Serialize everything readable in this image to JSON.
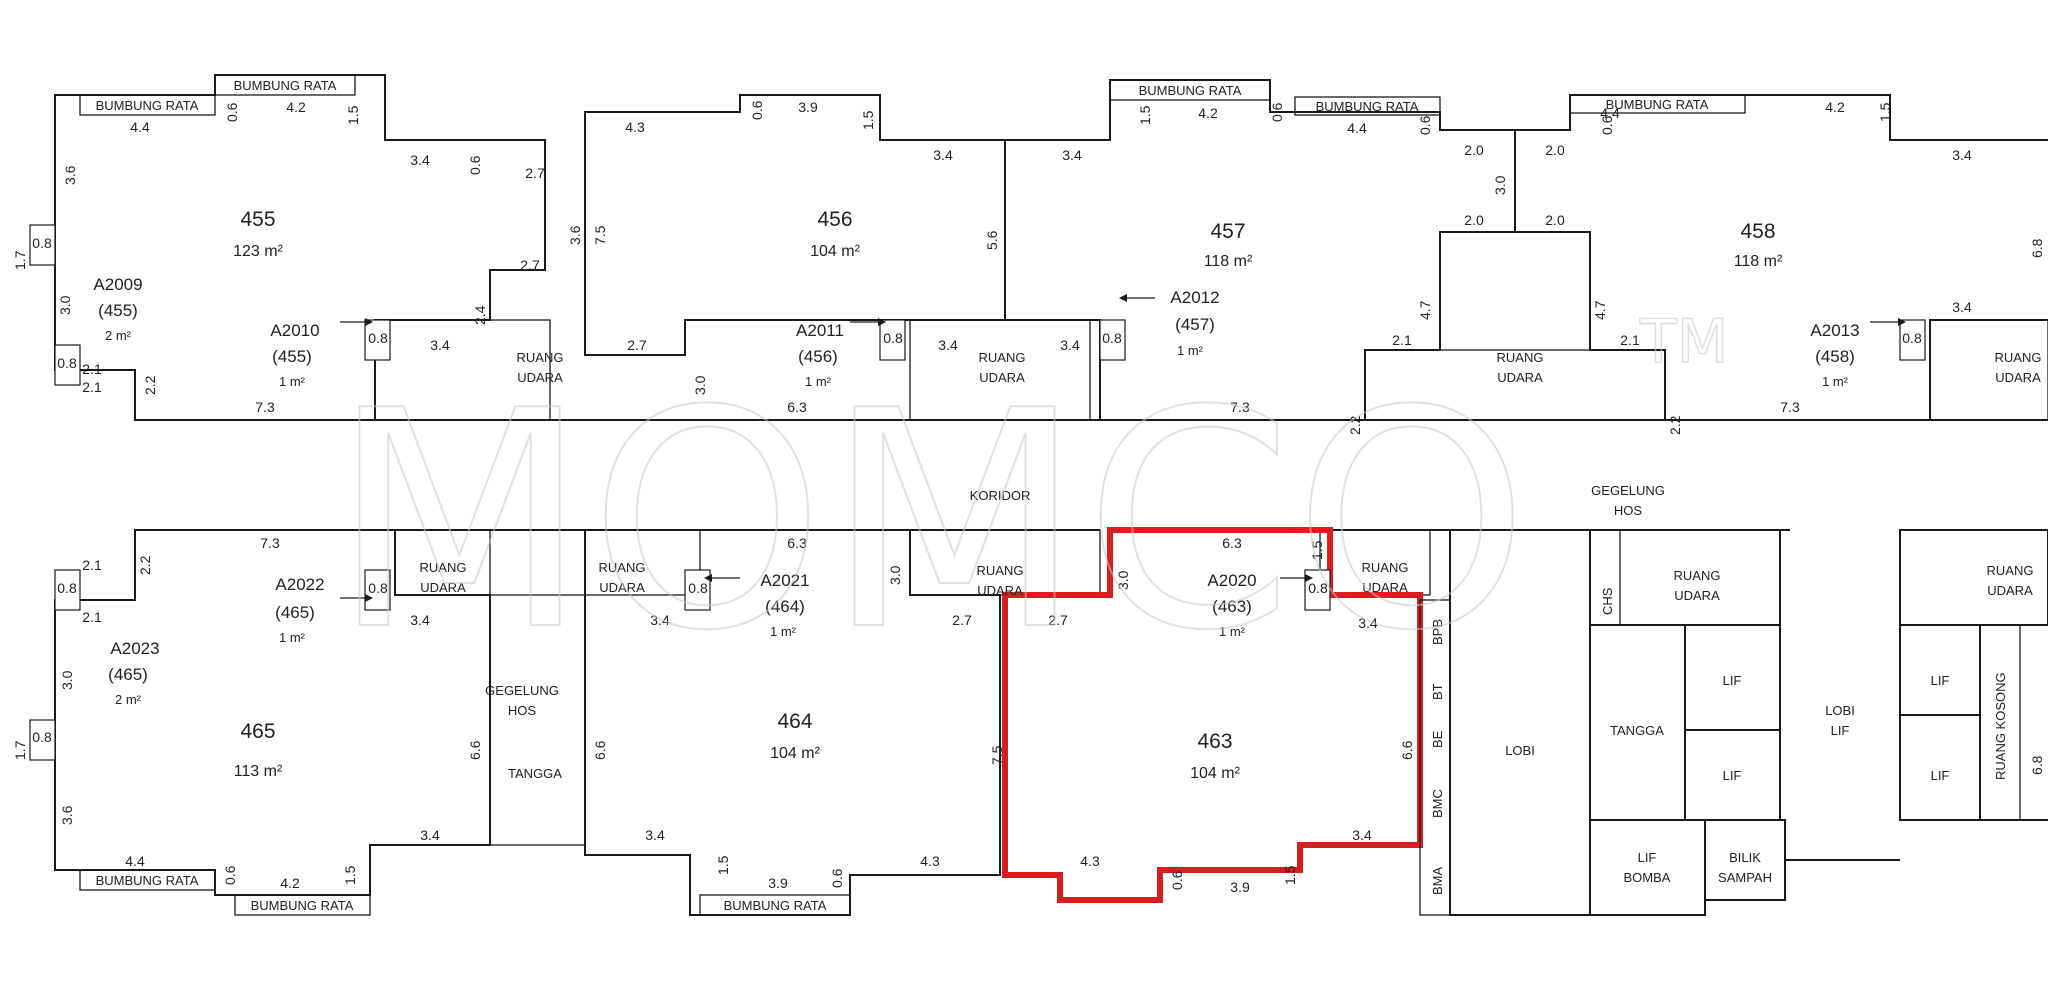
{
  "watermark": {
    "text": "MOMCO",
    "tm": "TM"
  },
  "units": [
    {
      "no": "455",
      "area": "123 m²"
    },
    {
      "no": "456",
      "area": "104 m²"
    },
    {
      "no": "457",
      "area": "118 m²"
    },
    {
      "no": "458",
      "area": "118 m²"
    },
    {
      "no": "465",
      "area": "113 m²"
    },
    {
      "no": "464",
      "area": "104 m²"
    },
    {
      "no": "463",
      "area": "104 m²"
    }
  ],
  "accessory": [
    {
      "id": "A2009",
      "ref": "(455)",
      "area": "2 m²"
    },
    {
      "id": "A2010",
      "ref": "(455)",
      "area": "1 m²"
    },
    {
      "id": "A2011",
      "ref": "(456)",
      "area": "1 m²"
    },
    {
      "id": "A2012",
      "ref": "(457)",
      "area": "1 m²"
    },
    {
      "id": "A2013",
      "ref": "(458)",
      "area": "1 m²"
    },
    {
      "id": "A2022",
      "ref": "(465)",
      "area": "1 m²"
    },
    {
      "id": "A2023",
      "ref": "(465)",
      "area": "2 m²"
    },
    {
      "id": "A2021",
      "ref": "(464)",
      "area": "1 m²"
    },
    {
      "id": "A2020",
      "ref": "(463)",
      "area": "1 m²"
    }
  ],
  "labels": {
    "ruang": "RUANG",
    "udara": "UDARA",
    "koridor": "KORIDOR",
    "gegelung": "GEGELUNG",
    "hos": "HOS",
    "tangga": "TANGGA",
    "lobi": "LOBI",
    "lif": "LIF",
    "lif_bomba_1": "LIF",
    "lif_bomba_2": "BOMBA",
    "bilik_1": "BILIK",
    "bilik_2": "SAMPAH",
    "bumbung": "BUMBUNG RATA",
    "bpb": "BPB",
    "bt": "BT",
    "be": "BE",
    "bmc": "BMC",
    "bma": "BMA",
    "lobi_lif_1": "LOBI",
    "lobi_lif_2": "LIF",
    "ruang_kosong": "RUANG KOSONG",
    "chs": "CHS"
  },
  "dims": {
    "d44": "4.4",
    "d42": "4.2",
    "d06": "0.6",
    "d15": "1.5",
    "d34": "3.4",
    "d27": "2.7",
    "d36": "3.6",
    "d75": "7.5",
    "d43": "4.3",
    "d39": "3.9",
    "d56": "5.6",
    "d20": "2.0",
    "d30": "3.0",
    "d47": "4.7",
    "d21": "2.1",
    "d22": "2.2",
    "d73": "7.3",
    "d63": "6.3",
    "d17": "1.7",
    "d08": "0.8",
    "d24": "2.4",
    "d66": "6.6",
    "d68": "6.8"
  },
  "colors": {
    "highlight": "#d81e1e",
    "line": "#1a1a1a",
    "watermark": "#c8c8c8"
  }
}
